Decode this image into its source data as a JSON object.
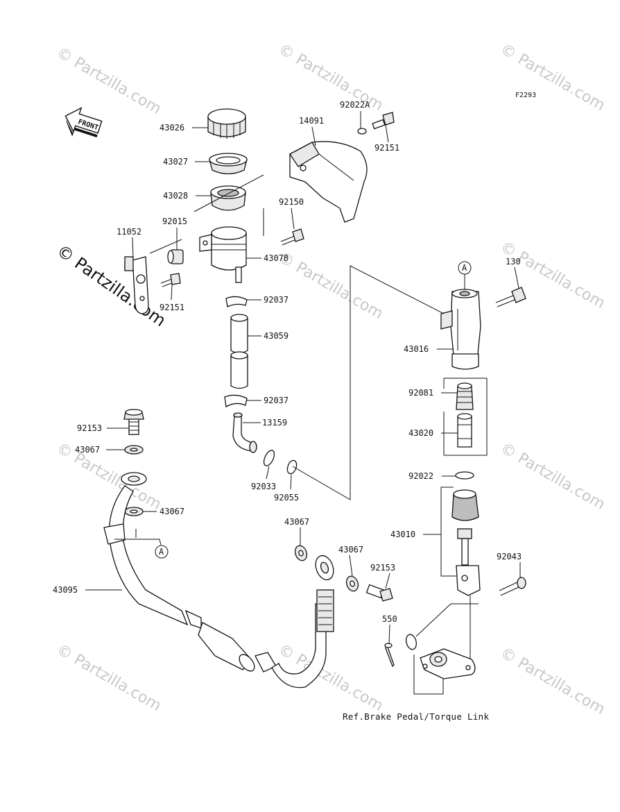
{
  "figure_code": "F2293",
  "front_label": "FRONT",
  "ref_text": "Ref.Brake Pedal/Torque Link",
  "watermark_text": "© Partzilla.com",
  "watermark_color": "#c8c8c8",
  "callout_letter": "A",
  "parts": {
    "p43026": "43026",
    "p43027": "43027",
    "p43028": "43028",
    "p14091": "14091",
    "p92022A": "92022A",
    "p92151_top": "92151",
    "p92150": "92150",
    "p11052": "11052",
    "p92015": "92015",
    "p43078": "43078",
    "p92151_left": "92151",
    "p92037_a": "92037",
    "p43059": "43059",
    "p92037_b": "92037",
    "p13159": "13159",
    "p92033": "92033",
    "p92055": "92055",
    "p130": "130",
    "p43016": "43016",
    "p92081": "92081",
    "p43020": "43020",
    "p92022": "92022",
    "p43010": "43010",
    "p92043": "92043",
    "p92153_top": "92153",
    "p43067_a": "43067",
    "p43067_b": "43067",
    "p43095": "43095",
    "p43067_c": "43067",
    "p43067_d": "43067",
    "p92153_b": "92153",
    "p550": "550"
  }
}
